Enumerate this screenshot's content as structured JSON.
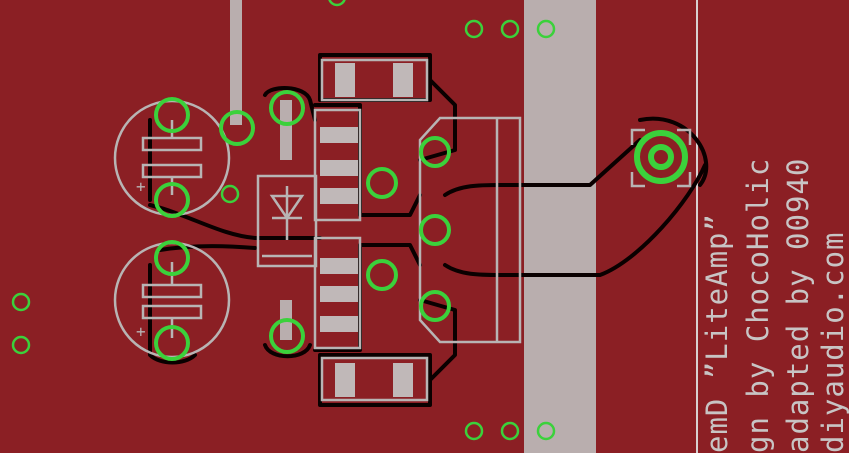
{
  "board": {
    "colors": {
      "copper": "#8b1f24",
      "silkscreen": "#b8b4b4",
      "pad": "#3bd13b",
      "trace_outline": "#0a0000"
    },
    "label_lines": [
      "emD ”LiteAmp”",
      "gn by ChocoHolic",
      "adapted by 00940",
      "diyaudio.com"
    ]
  }
}
